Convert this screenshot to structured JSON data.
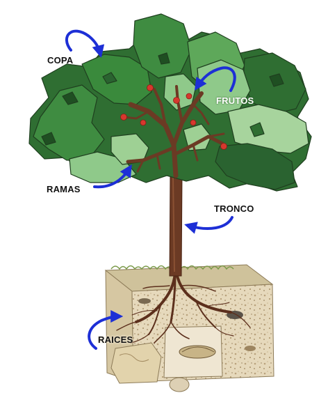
{
  "labels": {
    "copa": "COPA",
    "frutos": "FRUTOS",
    "ramas": "RAMAS",
    "tronco": "TRONCO",
    "raices": "RAICES"
  },
  "colors": {
    "arrow": "#1d2fd6",
    "fruit": "#d6382e",
    "trunk": "#6b3a24",
    "leaf_dark": "#2f6e32",
    "leaf_mid": "#3f8c41",
    "leaf_light": "#8fc98a",
    "soil": "#e8dcc2"
  },
  "icons": {
    "arrow": "curved-arrow-icon",
    "fruit": "fruit-dot-icon"
  }
}
